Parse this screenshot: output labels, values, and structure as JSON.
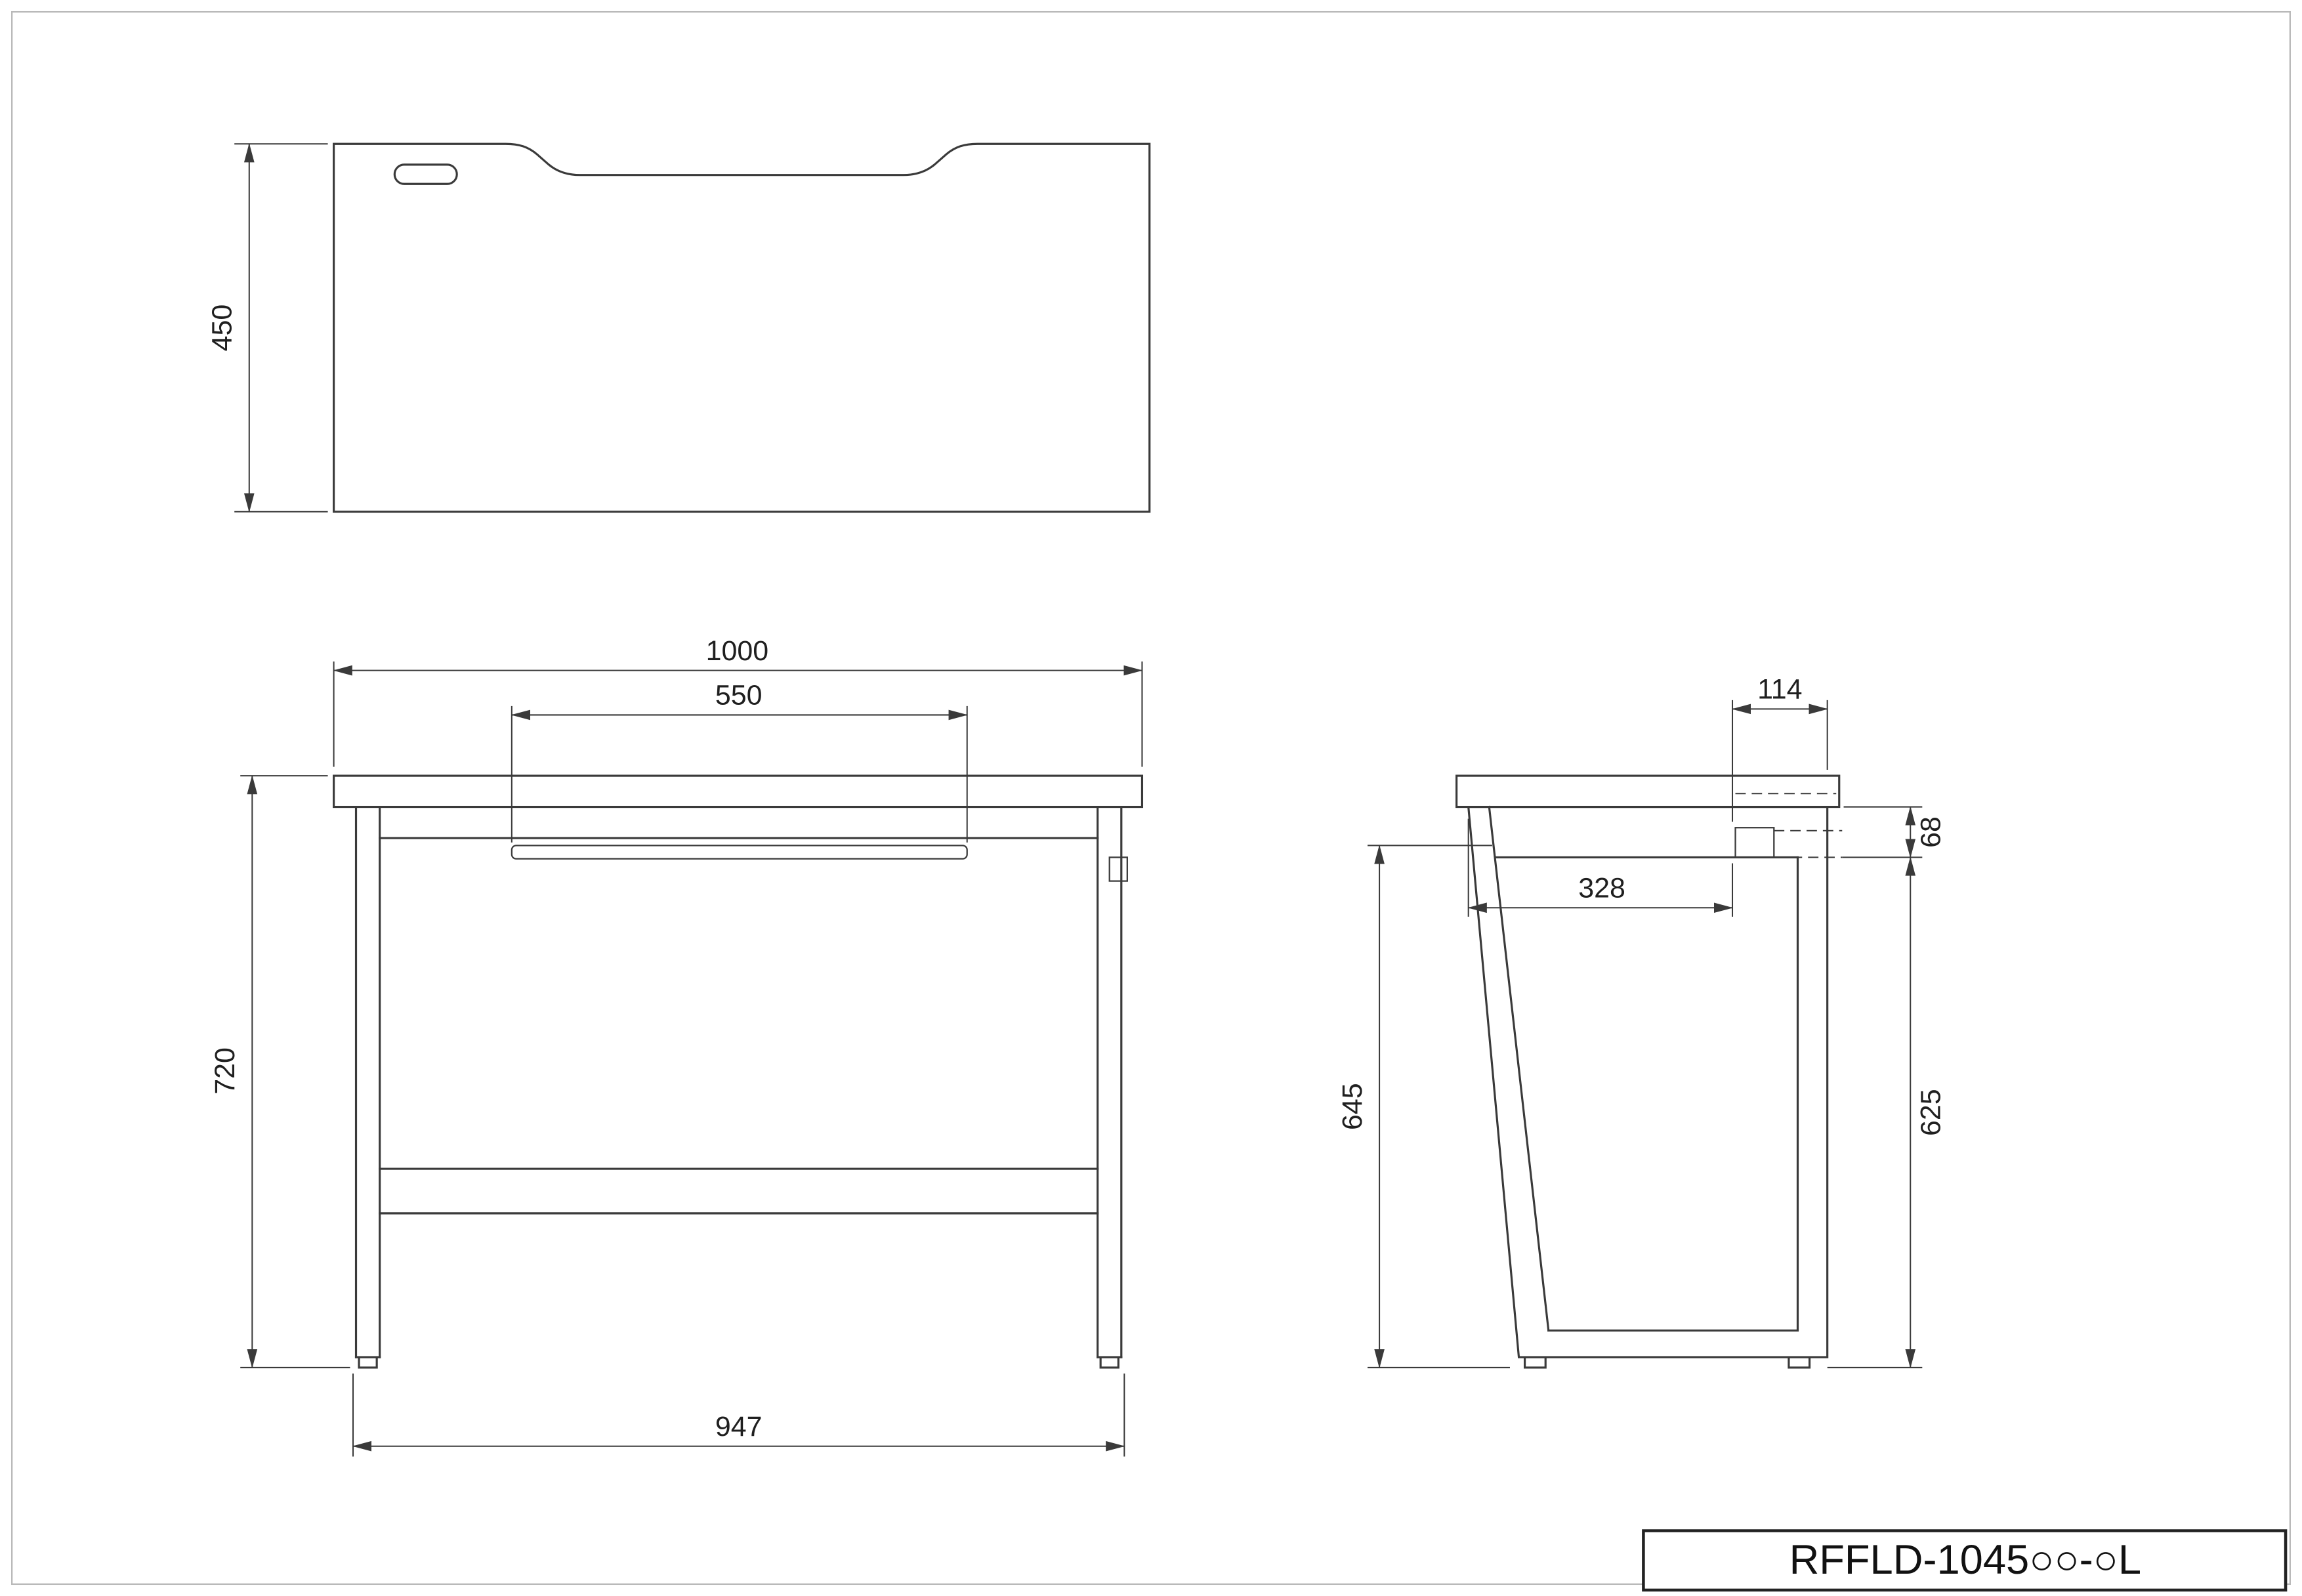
{
  "page": {
    "background": "#ffffff",
    "line_color": "#3a3a3a"
  },
  "title_block": {
    "code": "RFFLD-1045○○-○L"
  },
  "dims": {
    "top_depth": "450",
    "front_width": "1000",
    "front_inner": "550",
    "front_height": "720",
    "front_base": "947",
    "side_top_offset": "114",
    "side_hook_drop": "68",
    "side_inner_depth": "328",
    "side_front_height": "645",
    "side_back_height": "625"
  }
}
